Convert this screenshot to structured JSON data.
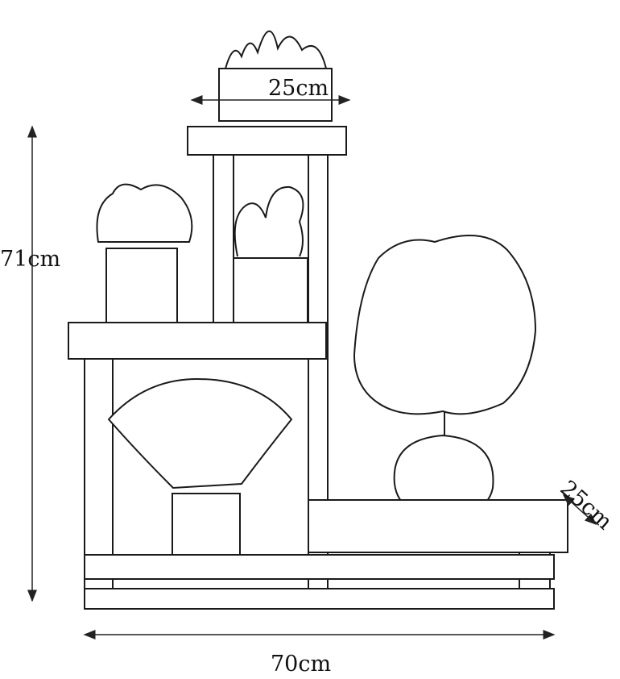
{
  "dimensions": {
    "top_width": "25cm",
    "height": "71cm",
    "total_width": "70cm",
    "depth": "25cm"
  },
  "colors": {
    "line": "#1a1a1a",
    "wood": "#ffffff",
    "background": "#ffffff"
  }
}
